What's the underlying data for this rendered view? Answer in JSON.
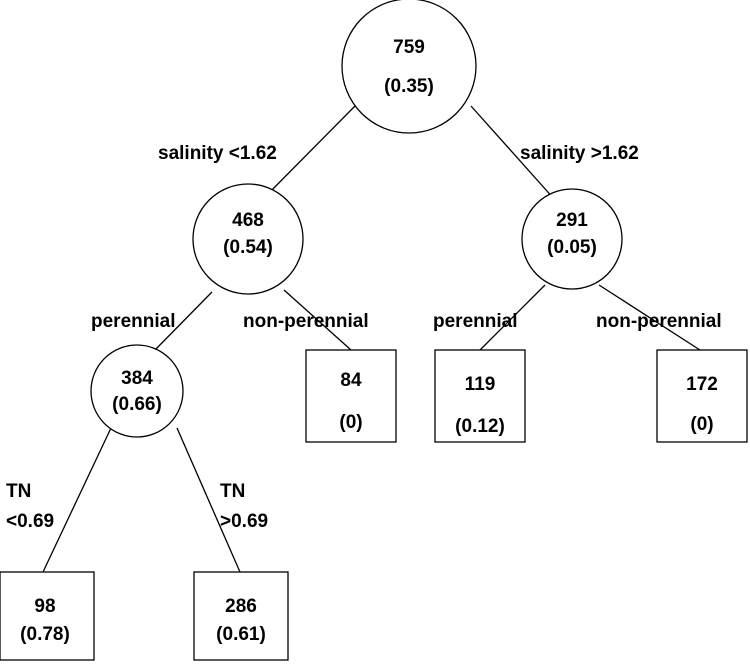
{
  "nodes": {
    "root": {
      "count": "759",
      "proportion": "(0.35)"
    },
    "low_salinity": {
      "count": "468",
      "proportion": "(0.54)"
    },
    "high_salinity": {
      "count": "291",
      "proportion": "(0.05)"
    },
    "low_perennial": {
      "count": "384",
      "proportion": "(0.66)"
    },
    "low_nonperennial": {
      "count": "84",
      "proportion": "(0)"
    },
    "high_perennial": {
      "count": "119",
      "proportion": "(0.12)"
    },
    "high_nonperennial": {
      "count": "172",
      "proportion": "(0)"
    },
    "low_tn": {
      "count": "98",
      "proportion": "(0.78)"
    },
    "high_tn": {
      "count": "286",
      "proportion": "(0.61)"
    }
  },
  "splits": {
    "salinity_low": "salinity <1.62",
    "salinity_high": "salinity >1.62",
    "perennial_left": "perennial",
    "nonperennial_left": "non-perennial",
    "perennial_right": "perennial",
    "nonperennial_right": "non-perennial",
    "tn_low_line1": "TN",
    "tn_low_line2": "<0.69",
    "tn_high_line1": "TN",
    "tn_high_line2": ">0.69"
  }
}
